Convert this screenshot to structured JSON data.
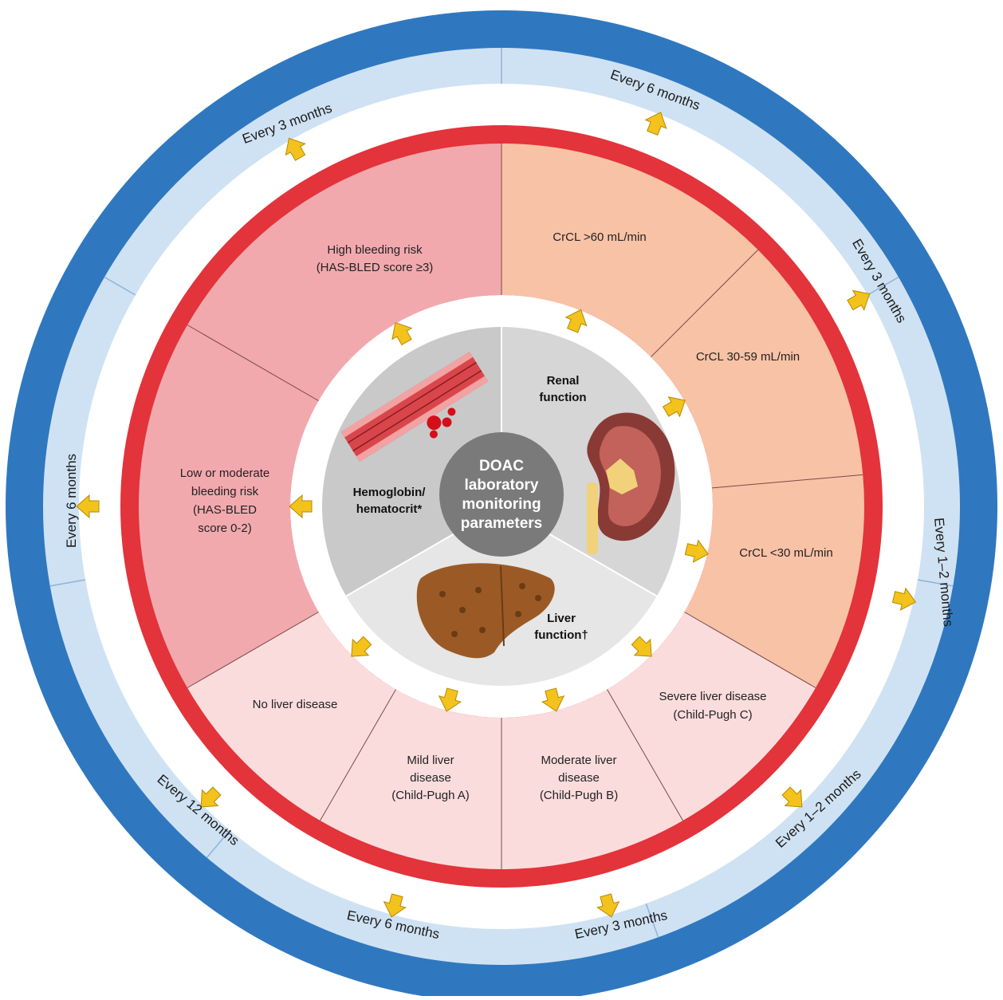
{
  "outer_ring_title": "Minimum interval",
  "severity_ring_title": "Severity of disease",
  "center": {
    "line1": "DOAC",
    "line2": "laboratory",
    "line3": "monitoring",
    "line4": "parameters"
  },
  "parameters": {
    "hemoglobin": {
      "line1": "Hemoglobin/",
      "line2": "hematocrit*"
    },
    "renal": {
      "line1": "Renal",
      "line2": "function"
    },
    "liver": {
      "line1": "Liver",
      "line2": "function†"
    }
  },
  "segments": {
    "high_bleeding": {
      "line1": "High bleeding risk",
      "line2": "(HAS-BLED score ≥3)"
    },
    "low_bleeding": {
      "line1": "Low or moderate",
      "line2": "bleeding risk",
      "line3": "(HAS-BLED",
      "line4": "score 0-2)"
    },
    "crcl_gt60": {
      "line1": "CrCL >60 mL/min"
    },
    "crcl_30_59": {
      "line1": "CrCL 30-59 mL/min"
    },
    "crcl_lt30": {
      "line1": "CrCL <30 mL/min"
    },
    "severe_liver": {
      "line1": "Severe liver disease",
      "line2": "(Child-Pugh C)"
    },
    "moderate_liver": {
      "line1": "Moderate liver",
      "line2": "disease",
      "line3": "(Child-Pugh B)"
    },
    "mild_liver": {
      "line1": "Mild liver",
      "line2": "disease",
      "line3": "(Child-Pugh A)"
    },
    "no_liver": {
      "line1": "No liver disease"
    }
  },
  "intervals": {
    "top_left": "Every 3 months",
    "top_right": "Every 6 months",
    "right_upper": "Every 3 months",
    "right_middle": "Every 1–2 months",
    "bottom_right": "Every 1–2 months",
    "bottom_center_right": "Every 3 months",
    "bottom_center_left": "Every 6 months",
    "bottom_left": "Every 12 months",
    "left": "Every 6 months"
  },
  "colors": {
    "outer_blue": "#2f78c0",
    "light_blue": "#cfe2f3",
    "severity_red": "#e3333b",
    "bleeding_pink": "#f2a9ae",
    "renal_peach": "#f8c2a6",
    "liver_pink": "#fbdcdc",
    "arrow_yellow": "#f4c21c",
    "inner_gray": "#c9c9c9",
    "center_gray": "#7a7a7a"
  }
}
